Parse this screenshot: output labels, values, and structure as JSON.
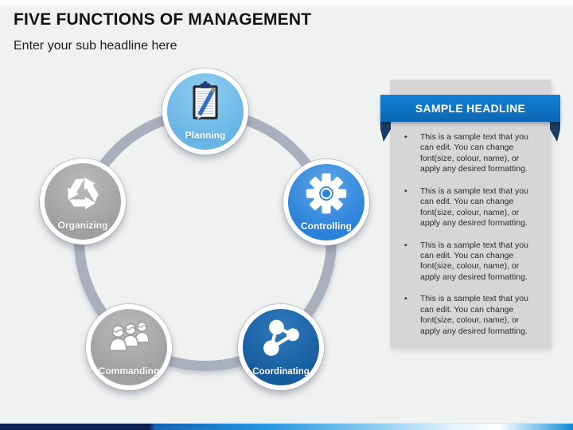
{
  "title": "FIVE FUNCTIONS OF MANAGEMENT",
  "subtitle": "Enter your sub headline here",
  "nodes": [
    {
      "label": "Planning",
      "color": "#68B5E6",
      "icon": "clipboard-pencil-icon"
    },
    {
      "label": "Controlling",
      "color": "#2B82D9",
      "icon": "gear-icon"
    },
    {
      "label": "Coordinating",
      "color": "#155D9E",
      "icon": "share-network-icon"
    },
    {
      "label": "Commanding",
      "color": "#9EA0A1",
      "icon": "team-icon"
    },
    {
      "label": "Organizing",
      "color": "#9EA0A1",
      "icon": "recycle-icon"
    }
  ],
  "panel": {
    "headline": "SAMPLE HEADLINE",
    "bullet_marker": "•",
    "bullets": [
      "This is a sample text that you can edit. You can change font(size, colour, name), or apply any desired formatting.",
      "This is a sample text that you can edit. You can change font(size, colour, name), or apply any desired formatting.",
      "This is a sample text that you can edit. You can change font(size, colour, name), or apply any desired formatting.",
      "This is a sample text that you can edit. You can change font(size, colour, name), or apply any desired formatting."
    ]
  },
  "colors": {
    "background": "#F0F1F1",
    "ring": "#A9AFBC",
    "ribbon_blue": "#0F72C4",
    "fold_navy": "#1B3C63",
    "panel_gray": "#D6D6D6",
    "bar_navy": "#0D1E52",
    "bar_blue": "#1287D2"
  }
}
